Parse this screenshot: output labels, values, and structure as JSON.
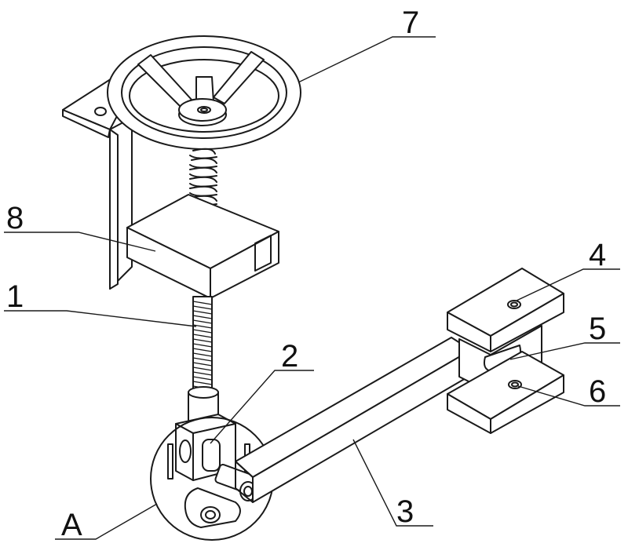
{
  "labels": {
    "l1": "1",
    "l2": "2",
    "l3": "3",
    "l4": "4",
    "l5": "5",
    "l6": "6",
    "l7": "7",
    "l8": "8",
    "lA": "A"
  }
}
